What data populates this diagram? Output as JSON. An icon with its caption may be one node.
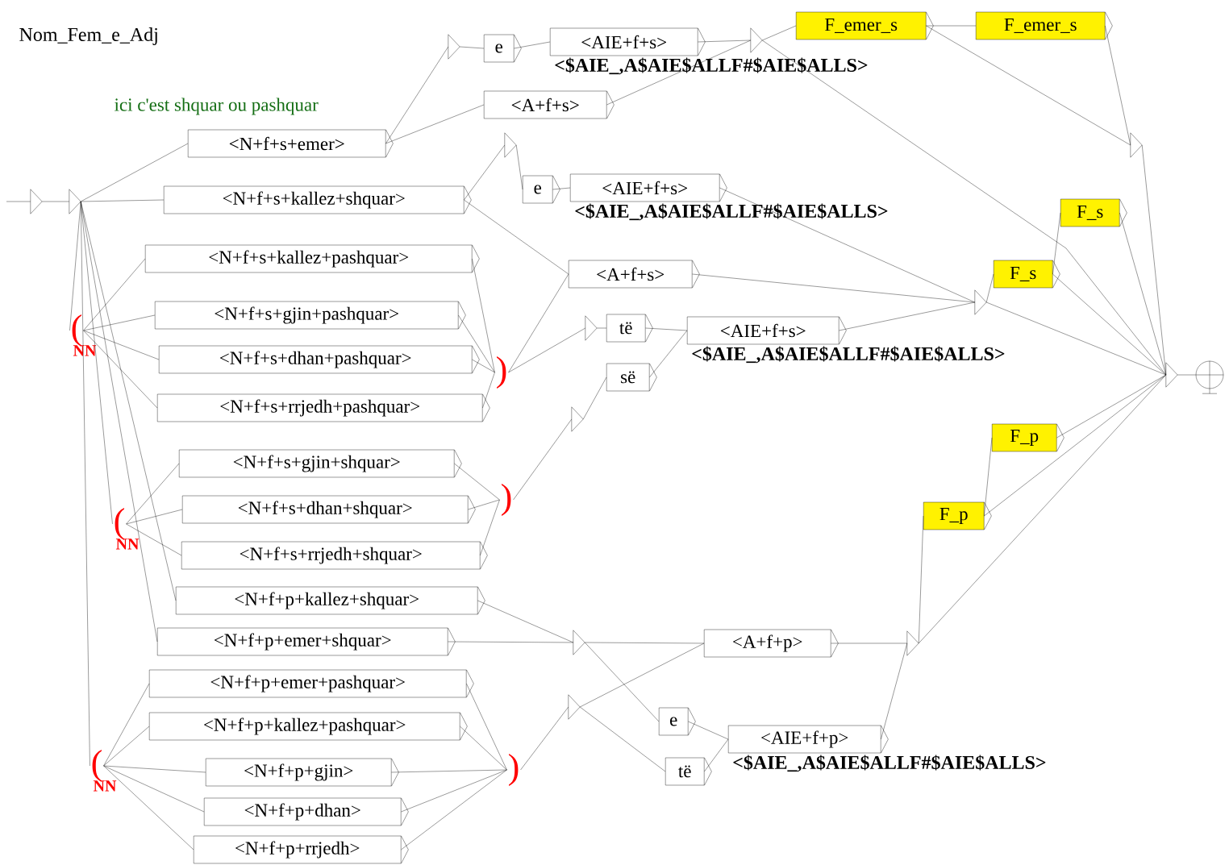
{
  "diagram": {
    "title": "Nom_Fem_e_Adj",
    "nodes": [
      {
        "text": [],
        "shape": "triangle"
      },
      {
        "text": [],
        "shape": "triangle"
      },
      {
        "text": [
          "<N+f+s+emer>"
        ]
      },
      {
        "text": [
          "<N+f+s+kallez+shquar>"
        ]
      },
      {
        "text": [
          "<N+f+s+kallez+pashquar>"
        ]
      },
      {
        "text": [
          "<N+f+s+gjin+pashquar>"
        ]
      },
      {
        "text": [
          "<N+f+s+dhan+pashquar>"
        ]
      },
      {
        "text": [
          "<N+f+s+rrjedh+pashquar>"
        ]
      },
      {
        "text": [
          "<N+f+s+gjin+shquar>"
        ]
      },
      {
        "text": [
          "<N+f+s+dhan+shquar>"
        ]
      },
      {
        "text": [
          "<N+f+s+rrjedh+shquar>"
        ]
      },
      {
        "text": [
          "<N+f+p+kallez+shquar>"
        ]
      },
      {
        "text": [
          "<N+f+p+emer+shquar>"
        ]
      },
      {
        "text": [
          "<N+f+p+emer+pashquar>"
        ]
      },
      {
        "text": [
          "<N+f+p+kallez+pashquar>"
        ]
      },
      {
        "text": [
          "<N+f+p+gjin>"
        ]
      },
      {
        "text": [
          "<N+f+p+dhan>"
        ]
      },
      {
        "text": [
          "<N+f+p+rrjedh>"
        ]
      },
      {
        "text": [
          "(",
          "NN"
        ]
      },
      {
        "text": [
          ")"
        ]
      },
      {
        "text": [
          "(",
          "NN"
        ]
      },
      {
        "text": [
          ")"
        ]
      },
      {
        "text": [
          "(",
          "NN"
        ]
      },
      {
        "text": [
          ")"
        ]
      },
      {
        "text": [],
        "shape": "triangle"
      },
      {
        "text": [
          "e"
        ]
      },
      {
        "text": [
          "<AIE+f+s>",
          "<$AIE_,A$AIE$ALLF#$AIE$ALLS>"
        ]
      },
      {
        "text": [
          "<A+f+s>"
        ]
      },
      {
        "text": [],
        "shape": "triangle"
      },
      {
        "text": [
          "F_emer_s"
        ]
      },
      {
        "text": [
          "F_emer_s"
        ]
      },
      {
        "text": [],
        "shape": "triangle"
      },
      {
        "text": [],
        "shape": "triangle"
      },
      {
        "text": [
          "e"
        ]
      },
      {
        "text": [
          "<AIE+f+s>",
          "<$AIE_,A$AIE$ALLF#$AIE$ALLS>"
        ]
      },
      {
        "text": [
          "F_s"
        ]
      },
      {
        "text": [
          "<A+f+s>"
        ]
      },
      {
        "text": [
          "F_s"
        ]
      },
      {
        "text": [],
        "shape": "triangle"
      },
      {
        "text": [],
        "shape": "triangle"
      },
      {
        "text": [
          "të"
        ]
      },
      {
        "text": [
          "së"
        ]
      },
      {
        "text": [
          "<AIE+f+s>",
          "<$AIE_,A$AIE$ALLF#$AIE$ALLS>"
        ]
      },
      {
        "text": [],
        "shape": "triangle"
      },
      {
        "text": [],
        "shape": "triangle"
      },
      {
        "text": [],
        "shape": "circle"
      },
      {
        "text": [],
        "shape": "triangle"
      },
      {
        "text": [
          "<A+f+p>"
        ]
      },
      {
        "text": [],
        "shape": "triangle"
      },
      {
        "text": [
          "e"
        ]
      },
      {
        "text": [
          "të"
        ]
      },
      {
        "text": [
          "<AIE+f+p>",
          "<$AIE_,A$AIE$ALLF#$AIE$ALLS>"
        ]
      },
      {
        "text": [],
        "shape": "triangle"
      },
      {
        "text": [
          "F_p"
        ]
      },
      {
        "text": [
          "F_p"
        ]
      }
    ],
    "edges": [
      {
        "from": null,
        "to": 0,
        "arrow": "none"
      },
      {
        "from": 0,
        "to": 1,
        "arrow": "none"
      },
      {
        "from": 1,
        "to": 2,
        "arrow": "none"
      },
      {
        "from": 1,
        "to": 3,
        "arrow": "none"
      },
      {
        "from": 1,
        "to": 18,
        "arrow": "none"
      },
      {
        "from": 1,
        "to": 20,
        "arrow": "none"
      },
      {
        "from": 1,
        "to": 11,
        "arrow": "none"
      },
      {
        "from": 1,
        "to": 12,
        "arrow": "none"
      },
      {
        "from": 1,
        "to": 22,
        "arrow": "none"
      },
      {
        "from": 18,
        "to": 4,
        "arrow": "none"
      },
      {
        "from": 18,
        "to": 5,
        "arrow": "none"
      },
      {
        "from": 18,
        "to": 6,
        "arrow": "none"
      },
      {
        "from": 18,
        "to": 7,
        "arrow": "none"
      },
      {
        "from": 4,
        "to": 19,
        "arrow": "none"
      },
      {
        "from": 5,
        "to": 19,
        "arrow": "none"
      },
      {
        "from": 6,
        "to": 19,
        "arrow": "none"
      },
      {
        "from": 7,
        "to": 19,
        "arrow": "none"
      },
      {
        "from": 20,
        "to": 8,
        "arrow": "none"
      },
      {
        "from": 20,
        "to": 9,
        "arrow": "none"
      },
      {
        "from": 20,
        "to": 10,
        "arrow": "none"
      },
      {
        "from": 8,
        "to": 21,
        "arrow": "none"
      },
      {
        "from": 9,
        "to": 21,
        "arrow": "none"
      },
      {
        "from": 10,
        "to": 21,
        "arrow": "none"
      },
      {
        "from": 22,
        "to": 13,
        "arrow": "none"
      },
      {
        "from": 22,
        "to": 14,
        "arrow": "none"
      },
      {
        "from": 22,
        "to": 15,
        "arrow": "none"
      },
      {
        "from": 22,
        "to": 16,
        "arrow": "none"
      },
      {
        "from": 22,
        "to": 17,
        "arrow": "none"
      },
      {
        "from": 13,
        "to": 23,
        "arrow": "none"
      },
      {
        "from": 14,
        "to": 23,
        "arrow": "none"
      },
      {
        "from": 15,
        "to": 23,
        "arrow": "none"
      },
      {
        "from": 16,
        "to": 23,
        "arrow": "none"
      },
      {
        "from": 17,
        "to": 23,
        "arrow": "none"
      },
      {
        "from": 2,
        "to": 24,
        "arrow": "none"
      },
      {
        "from": 2,
        "to": 27,
        "arrow": "none"
      },
      {
        "from": 24,
        "to": 25,
        "arrow": "none"
      },
      {
        "from": 25,
        "to": 26,
        "arrow": "none"
      },
      {
        "from": 26,
        "to": 28,
        "arrow": "none"
      },
      {
        "from": 27,
        "to": 28,
        "arrow": "none"
      },
      {
        "from": 28,
        "to": 29,
        "arrow": "none"
      },
      {
        "from": 28,
        "to": 44,
        "arrow": "none"
      },
      {
        "from": 29,
        "to": 30,
        "arrow": "none"
      },
      {
        "from": 29,
        "to": 31,
        "arrow": "none"
      },
      {
        "from": 30,
        "to": 31,
        "arrow": "none"
      },
      {
        "from": 31,
        "to": 44,
        "arrow": "none"
      },
      {
        "from": 3,
        "to": 32,
        "arrow": "none"
      },
      {
        "from": 3,
        "to": 36,
        "arrow": "none"
      },
      {
        "from": 32,
        "to": 33,
        "arrow": "none"
      },
      {
        "from": 33,
        "to": 34,
        "arrow": "none"
      },
      {
        "from": 34,
        "to": 38,
        "arrow": "none"
      },
      {
        "from": 19,
        "to": 36,
        "arrow": "none"
      },
      {
        "from": 19,
        "to": 39,
        "arrow": "none"
      },
      {
        "from": 39,
        "to": 40,
        "arrow": "none"
      },
      {
        "from": 40,
        "to": 42,
        "arrow": "none"
      },
      {
        "from": 21,
        "to": 43,
        "arrow": "none"
      },
      {
        "from": 43,
        "to": 41,
        "arrow": "none"
      },
      {
        "from": 41,
        "to": 42,
        "arrow": "none"
      },
      {
        "from": 36,
        "to": 38,
        "arrow": "none"
      },
      {
        "from": 42,
        "to": 38,
        "arrow": "none"
      },
      {
        "from": 38,
        "to": 37,
        "arrow": "none"
      },
      {
        "from": 38,
        "to": 44,
        "arrow": "none"
      },
      {
        "from": 37,
        "to": 35,
        "arrow": "none"
      },
      {
        "from": 37,
        "to": 44,
        "arrow": "none"
      },
      {
        "from": 35,
        "to": 44,
        "arrow": "none"
      },
      {
        "from": 11,
        "to": 46,
        "arrow": "none"
      },
      {
        "from": 12,
        "to": 46,
        "arrow": "none"
      },
      {
        "from": 46,
        "to": 47,
        "arrow": "none"
      },
      {
        "from": 46,
        "to": 49,
        "arrow": "none"
      },
      {
        "from": 23,
        "to": 48,
        "arrow": "none"
      },
      {
        "from": 48,
        "to": 47,
        "arrow": "none"
      },
      {
        "from": 48,
        "to": 50,
        "arrow": "none"
      },
      {
        "from": 49,
        "to": 51,
        "arrow": "none"
      },
      {
        "from": 50,
        "to": 51,
        "arrow": "none"
      },
      {
        "from": 47,
        "to": 52,
        "arrow": "none"
      },
      {
        "from": 51,
        "to": 52,
        "arrow": "none"
      },
      {
        "from": 52,
        "to": 53,
        "arrow": "none"
      },
      {
        "from": 52,
        "to": 44,
        "arrow": "none"
      },
      {
        "from": 53,
        "to": 54,
        "arrow": "none"
      },
      {
        "from": 53,
        "to": 44,
        "arrow": "none"
      },
      {
        "from": 54,
        "to": 44,
        "arrow": "none"
      },
      {
        "from": 44,
        "to": 45,
        "arrow": "none"
      }
    ],
    "labels": [
      "ici c'est shquar ou pashquar"
    ]
  }
}
